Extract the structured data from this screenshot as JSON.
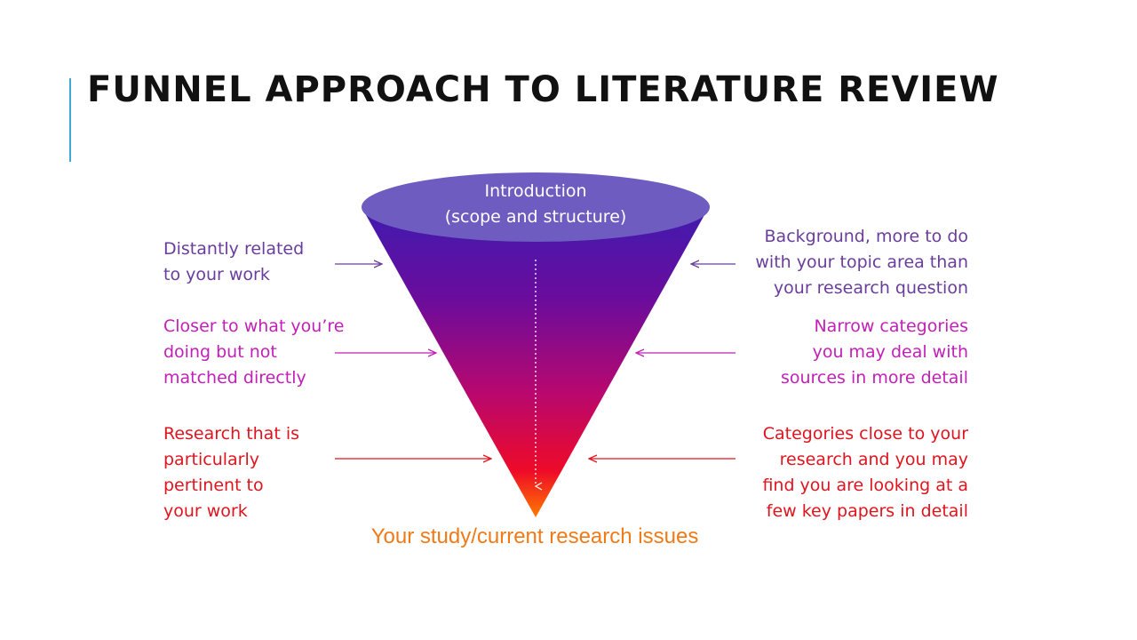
{
  "slide": {
    "title": "FUNNEL APPROACH TO LITERATURE REVIEW"
  },
  "funnel": {
    "top_label": [
      "Introduction",
      "(scope and structure)"
    ],
    "bottom_label": "Your study/current research issues"
  },
  "left_labels": [
    {
      "lines": [
        "Distantly related",
        "to your work"
      ]
    },
    {
      "lines": [
        "Closer to what you’re",
        "doing but not",
        "matched directly"
      ]
    },
    {
      "lines": [
        "Research that is",
        "particularly",
        "pertinent to",
        "your work"
      ]
    }
  ],
  "right_labels": [
    {
      "lines": [
        "Background, more to do",
        "with your topic area than",
        "your research question"
      ]
    },
    {
      "lines": [
        "Narrow categories",
        "you may deal with",
        "sources in more detail"
      ]
    },
    {
      "lines": [
        "Categories close to your",
        "research and you may",
        "find you are looking at a",
        "few key papers in detail"
      ]
    }
  ],
  "colors": {
    "accent": "#3fa9d6",
    "level1": "#6a3d9c",
    "level2": "#c21fb7",
    "level3": "#e0141e",
    "funnel_top": "#4a1aa8",
    "funnel_bottom": "#ff6a00",
    "ellipse": "#6f5cc0",
    "bottom_text": "#f07a18"
  }
}
